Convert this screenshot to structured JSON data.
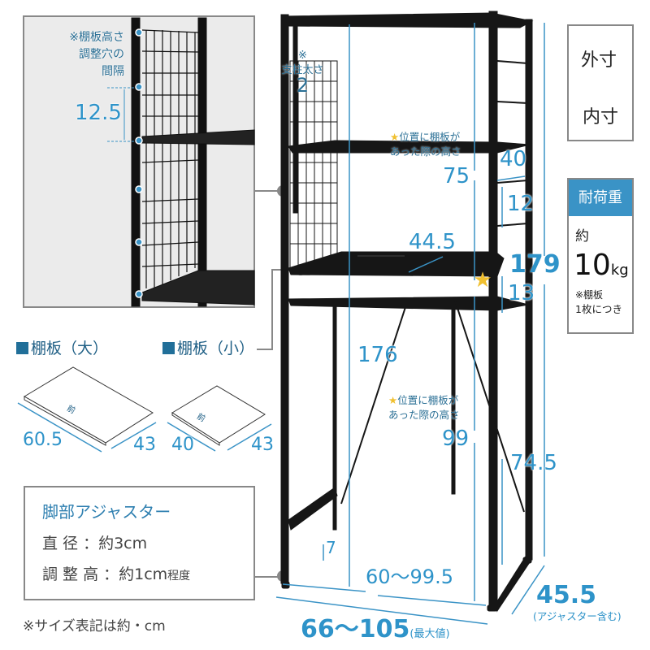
{
  "inset": {
    "note_lines": [
      "※棚板高さ",
      "調整穴の",
      "間隔"
    ],
    "pitch": "12.5"
  },
  "post": {
    "mark": "※",
    "label": "支柱太さ",
    "value": "2"
  },
  "star_note": {
    "star": "★",
    "line1": "位置に棚板が",
    "line2": "あった際の高さ"
  },
  "dimensions": {
    "upper_clearance": "75",
    "side_bar_depth": "40",
    "side_bar_pitch": "12",
    "shelf_depth": "44.5",
    "total_height": "179",
    "lower_gap": "13",
    "inner_height": "176",
    "lower_clearance": "99",
    "side_lower": "74.5",
    "bottom_bar": "7",
    "inner_width": "60〜99.5",
    "outer_width": "66〜105",
    "outer_width_note": "(最大値)",
    "depth": "45.5",
    "depth_note": "(アジャスター含む)"
  },
  "legend": {
    "outer": "外寸",
    "inner": "内寸"
  },
  "capacity": {
    "title": "耐荷重",
    "prefix": "約",
    "value": "10",
    "unit": "kg",
    "note1": "※棚板",
    "note2": "1枚につき"
  },
  "shelves": {
    "large": {
      "title": "棚板（大）",
      "front": "前",
      "width": "60.5",
      "depth": "43"
    },
    "small": {
      "title": "棚板（小）",
      "front": "前",
      "width": "40",
      "depth": "43"
    }
  },
  "adjuster": {
    "title": "脚部アジャスター",
    "diameter": "直 径 ：約3cm",
    "height": "調 整 高 ：約1cm",
    "height_suffix": "程度"
  },
  "footer_note": "※サイズ表記は約・cm",
  "colors": {
    "accent": "#2e93c9",
    "label": "#216f99",
    "frame": "#1a1a1a",
    "inset_bg": "#ebebeb"
  }
}
